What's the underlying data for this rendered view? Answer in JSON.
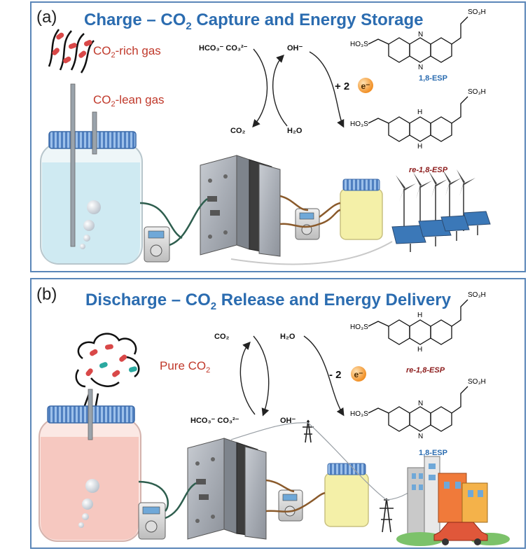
{
  "panel_a": {
    "letter": "(a)",
    "title_pre": "Charge – CO",
    "title_sub": "2",
    "title_post": " Capture and Energy Storage",
    "gas_in_pre": "CO",
    "gas_in_sub": "2",
    "gas_in_post": "-rich gas",
    "gas_out_pre": "CO",
    "gas_out_sub": "2",
    "gas_out_post": "-lean gas",
    "rxn_top_left": "HCO₃⁻  CO₃²⁻",
    "rxn_top_mid": "OH⁻",
    "rxn_bot_left": "CO₂",
    "rxn_bot_mid": "H₂O",
    "electron_prefix": "+ 2",
    "electron_symbol": "e⁻",
    "mol_top_name": "1,8-ESP",
    "mol_bot_name": "re-1,8-ESP",
    "so3h": "SO₃H",
    "ho3s": "HO₃S",
    "atom_n": "N",
    "atom_h": "H"
  },
  "panel_b": {
    "letter": "(b)",
    "title_pre": "Discharge – CO",
    "title_sub": "2",
    "title_post": " Release and Energy Delivery",
    "gas_out_pre": "Pure CO",
    "gas_out_sub": "2",
    "rxn_top_left": "CO₂",
    "rxn_top_mid": "H₂O",
    "rxn_bot_left": "HCO₃⁻  CO₃²⁻",
    "rxn_bot_mid": "OH⁻",
    "electron_prefix": "- 2",
    "electron_symbol": "e⁻",
    "mol_top_name": "re-1,8-ESP",
    "mol_bot_name": "1,8-ESP",
    "so3h": "SO₃H",
    "ho3s": "HO₃S",
    "atom_n": "N",
    "atom_h": "H"
  },
  "colors": {
    "title_blue": "#2b6cb0",
    "gas_red": "#c0392b",
    "panel_border": "#5a86b8",
    "liquid_blue": "#cfeaf2",
    "liquid_pink": "#f6c8c0",
    "reservoir_yellow": "#f4f0a8",
    "electron_orange": "#f5a341",
    "mol_blue_label": "#2b6cb0",
    "mol_red_label": "#8b1a1a",
    "tube_green": "#2e5e4e",
    "tube_brown": "#8a5a2b"
  }
}
